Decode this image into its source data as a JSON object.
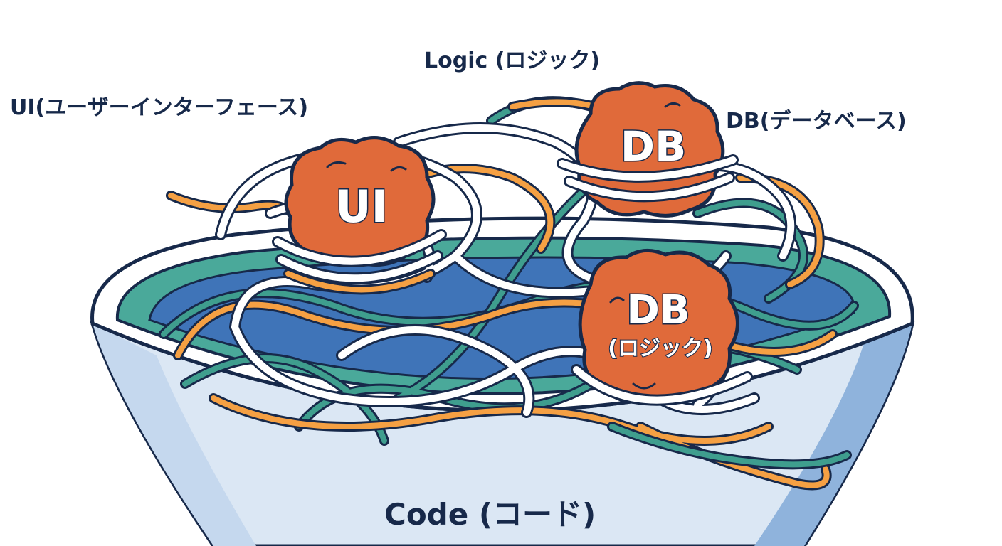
{
  "labels": {
    "logic": "Logic (ロジック)",
    "ui": "UI(ユーザーインターフェース)",
    "db": "DB(データベース)",
    "code": "Code (コード)"
  },
  "meatballs": {
    "ui": "UI",
    "db": "DB",
    "db2_main": "DB",
    "db2_sub": "(ロジック)"
  },
  "colors": {
    "outline": "#17294a",
    "meatball": "#e06a3a",
    "noodle_white": "#ffffff",
    "noodle_orange": "#f5a043",
    "noodle_teal": "#3f9e8e",
    "noodle_blue": "#3f74b8",
    "bowl_light": "#dbe7f4",
    "bowl_shade": "#8fb3dc",
    "bowl_inner_teal": "#4aa99a"
  }
}
